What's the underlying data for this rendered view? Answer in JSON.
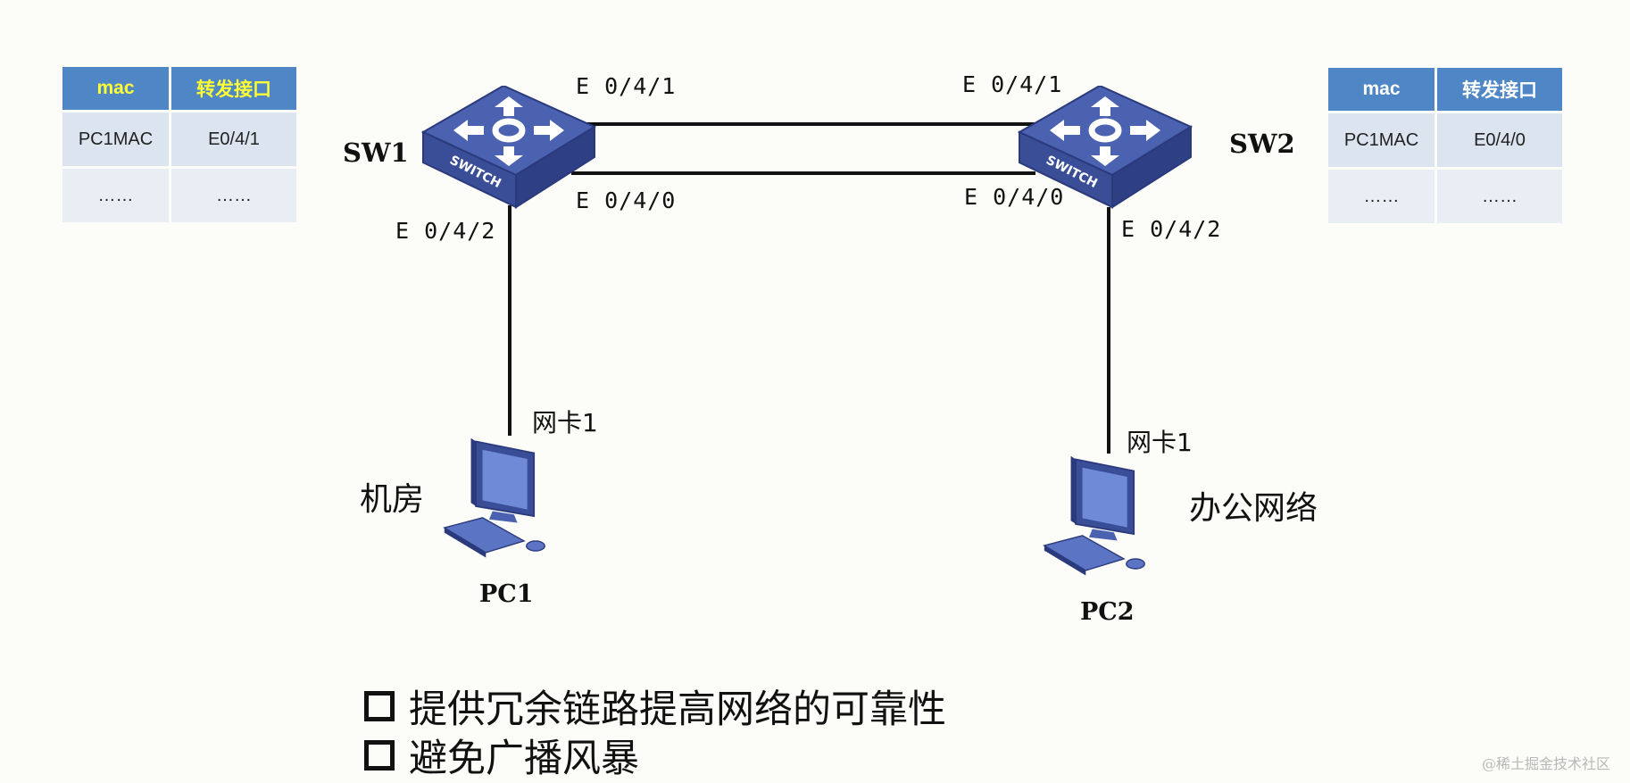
{
  "left_table": {
    "headers": [
      "mac",
      "转发接口"
    ],
    "rows": [
      [
        "PC1MAC",
        "E0/4/1"
      ],
      [
        "……",
        "……"
      ]
    ],
    "header_color": "#ffff33"
  },
  "right_table": {
    "headers": [
      "mac",
      "转发接口"
    ],
    "rows": [
      [
        "PC1MAC",
        "E0/4/0"
      ],
      [
        "……",
        "……"
      ]
    ],
    "header_color": "#ffffff"
  },
  "switches": {
    "sw1": {
      "name": "SW1",
      "badge": "SWITCH",
      "icon": "switch-icon"
    },
    "sw2": {
      "name": "SW2",
      "badge": "SWITCH",
      "icon": "switch-icon"
    }
  },
  "ports": {
    "sw1_top": "E 0/4/1",
    "sw1_bottom": "E 0/4/0",
    "sw1_down": "E 0/4/2",
    "sw2_top": "E 0/4/1",
    "sw2_bottom": "E 0/4/0",
    "sw2_down": "E 0/4/2"
  },
  "pcs": {
    "pc1": {
      "name": "PC1",
      "nic": "网卡1",
      "location": "机房",
      "icon": "computer-icon"
    },
    "pc2": {
      "name": "PC2",
      "nic": "网卡1",
      "location": "办公网络",
      "icon": "computer-icon"
    }
  },
  "bullets": [
    "提供冗余链路提高网络的可靠性",
    "避免广播风暴"
  ],
  "watermark": "@稀土掘金技术社区"
}
